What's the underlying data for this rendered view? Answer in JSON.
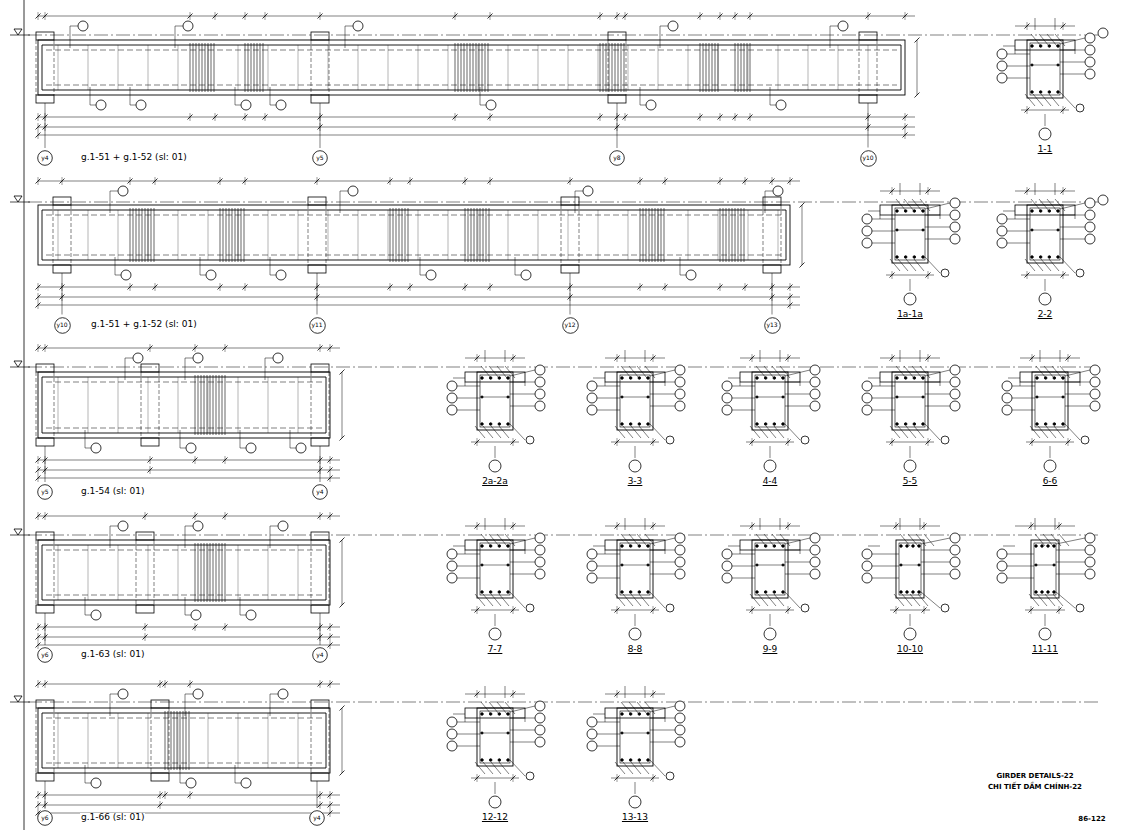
{
  "diagram": {
    "title": "GIRDER DETAILS-22",
    "nodes": [
      {
        "text": [
          "y4"
        ]
      },
      {
        "text": [
          "y5"
        ]
      },
      {
        "text": [
          "y8"
        ]
      },
      {
        "text": [
          "y10"
        ]
      },
      {
        "text": [
          "y10"
        ]
      },
      {
        "text": [
          "y11"
        ]
      },
      {
        "text": [
          "y12"
        ]
      },
      {
        "text": [
          "y13"
        ]
      },
      {
        "text": [
          "y5"
        ]
      },
      {
        "text": [
          "y4"
        ]
      },
      {
        "text": [
          "y6"
        ]
      },
      {
        "text": [
          "y4"
        ]
      },
      {
        "text": [
          "y6"
        ]
      },
      {
        "text": [
          "y4"
        ]
      }
    ],
    "labels": [
      "g.1-51 + g.1-52 (sl: 01)",
      "g.1-51 + g.1-52 (sl: 01)",
      "g.1-54 (sl: 01)",
      "g.1-63 (sl: 01)",
      "g.1-66 (sl: 01)",
      "1-1",
      "1a-1a",
      "2-2",
      "2a-2a",
      "3-3",
      "4-4",
      "5-5",
      "6-6",
      "7-7",
      "8-8",
      "9-9",
      "10-10",
      "11-11",
      "12-12",
      "13-13",
      "CHI TIẾT DẦM CHÍNH-22",
      "86-122"
    ]
  }
}
